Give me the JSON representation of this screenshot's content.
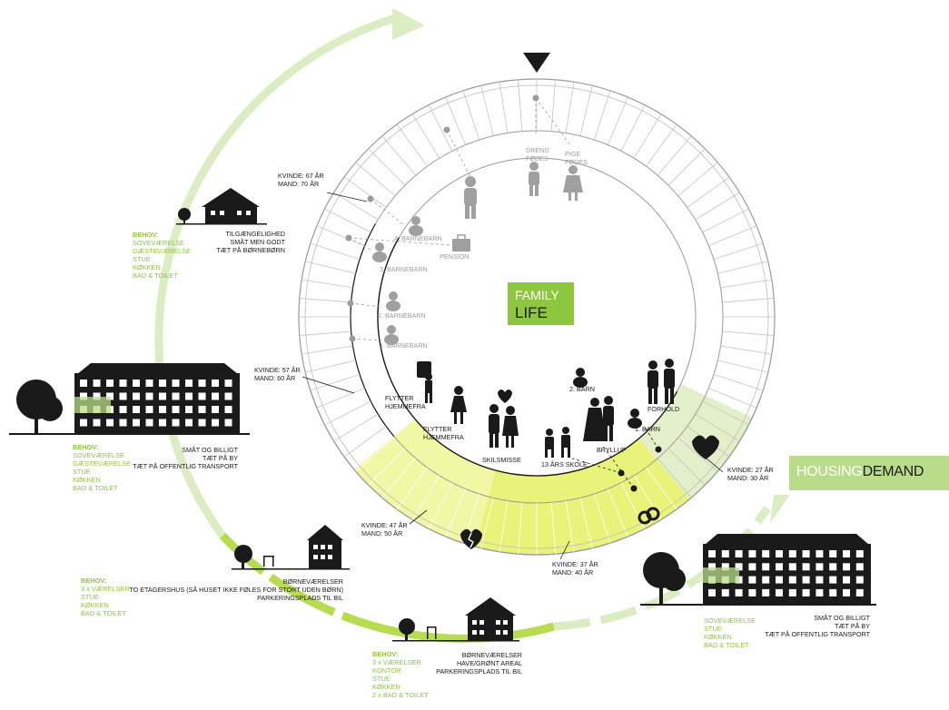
{
  "center_label": {
    "family": "FAMILY",
    "life": "LIFE"
  },
  "housing_demand": {
    "housing": "HOUSING",
    "demand": "DEMAND"
  },
  "age_markers": [
    {
      "kvinde": "KVINDE: 67 ÅR",
      "mand": "MAND: 70 ÅR"
    },
    {
      "kvinde": "KVINDE: 57 ÅR",
      "mand": "MAND: 60 ÅR"
    },
    {
      "kvinde": "KVINDE: 47 ÅR",
      "mand": "MAND: 50 ÅR"
    },
    {
      "kvinde": "KVINDE: 37 ÅR",
      "mand": "MAND: 40 ÅR"
    },
    {
      "kvinde": "KVINDE: 27 ÅR",
      "mand": "MAND: 30 ÅR"
    }
  ],
  "life_events": {
    "dreng": "DRENG",
    "dreng_sub": "FØDES",
    "pige": "PIGE",
    "pige_sub": "FØDES",
    "pension": "PENSION",
    "barnebarn4": "4. BARNEBARN",
    "barnebarn3": "3. BARNEBARN",
    "barnebarn2": "2. BARNEBARN",
    "barnebarn1": "1. BARNEBARN",
    "flytter1": "FLYTTER",
    "flytter1_sub": "HJEMMEFRA",
    "flytter2": "FLYTTER",
    "flytter2_sub": "HJEMMEFRA",
    "skilsmisse": "SKILSMISSE",
    "skole": "13 ÅRS SKOLE",
    "bryllup": "BRYLLUP",
    "barn2": "2. BARN",
    "barn1": "1. BARN",
    "forhold": "FORHOLD"
  },
  "houses": {
    "small_house": {
      "desc": [
        "TILGÆNGELIGHED",
        "SMÅT MEN GODT",
        "TÆT PÅ BØRNEBØRN"
      ],
      "needs_title": "BEHOV:",
      "needs": [
        "SOVEVÆRELSE",
        "GÆSTEVÆRELSE",
        "STUE",
        "KØKKEN",
        "BAD & TOILET"
      ]
    },
    "block_left": {
      "desc": [
        "SMÅT OG BILLIGT",
        "TÆT PÅ BY",
        "TÆT PÅ OFFENTLIG TRANSPORT"
      ],
      "needs_title": "BEHOV:",
      "needs": [
        "SOVEVÆRELSE",
        "GÆSTEVÆRELSE",
        "STUE",
        "KØKKEN",
        "BAD & TOILET"
      ]
    },
    "two_storey": {
      "desc": [
        "BØRNEVÆRELSER",
        "TO ETAGERSHUS (SÅ HUSET IKKE FØLES FOR STORT UDEN BØRN)",
        "PARKERINGSPLADS TIL BIL"
      ],
      "needs_title": "BEHOV:",
      "needs": [
        "3 x VÆRELSER",
        "STUE",
        "KØKKEN",
        "BAD & TOILET"
      ]
    },
    "family_house": {
      "desc": [
        "BØRNEVÆRELSER",
        "HAVE/GRØNT AREAL",
        "PARKERINGSPLADS TIL BIL"
      ],
      "needs_title": "BEHOV:",
      "needs": [
        "3 x VÆRELSER",
        "KONTOR",
        "STUE",
        "KØKKEN",
        "2 x BAD & TOILET"
      ]
    },
    "block_right": {
      "desc": [
        "SMÅT OG BILLIGT",
        "TÆT PÅ BY",
        "TÆT PÅ OFFENTLIG TRANSPORT"
      ],
      "needs": [
        "SOVEVÆRELSE",
        "STUE",
        "KØKKEN",
        "BAD & TOILET"
      ]
    }
  },
  "colors": {
    "accent_green": "#8dc63f",
    "light_green": "#b9dc8a",
    "pale_green": "#e2efc9",
    "yellow_green": "#e9f37a",
    "ring_grey": "#9a9a9a",
    "silhouette": "#1a1a1a"
  }
}
